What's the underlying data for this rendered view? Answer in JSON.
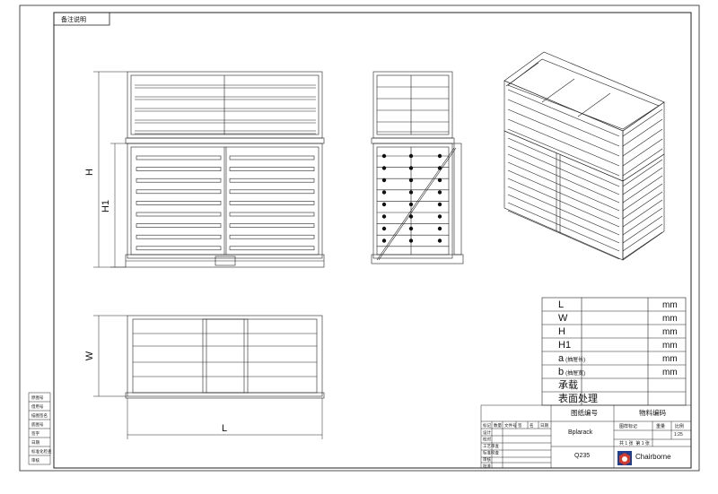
{
  "drawing": {
    "corner_tab": "备注说明",
    "dims": {
      "H": "H",
      "H1": "H1",
      "W": "W",
      "L": "L"
    }
  },
  "spec_table": {
    "rows": [
      {
        "label": "L",
        "unit": "mm"
      },
      {
        "label": "W",
        "unit": "mm"
      },
      {
        "label": "H",
        "unit": "mm"
      },
      {
        "label": "H1",
        "unit": "mm"
      },
      {
        "label": "a",
        "sub": "(抽屉长)",
        "unit": "mm"
      },
      {
        "label": "b",
        "sub": "(抽屉宽)",
        "unit": "mm"
      },
      {
        "label": "承载",
        "unit": ""
      },
      {
        "label": "表面处理",
        "unit": ""
      }
    ]
  },
  "title_block": {
    "drawing_no_label": "图纸编号",
    "material_code_label": "物料编码",
    "drawing_name": "Bplarack",
    "material": "Q235",
    "header_cells": [
      "标记",
      "数量",
      "文件号",
      "签",
      "名",
      "日期"
    ],
    "role_labels": [
      "设计",
      "校对",
      "工艺审查",
      "标准检查",
      "审核",
      "批准"
    ],
    "stage_label": "图样标记",
    "weight_label": "重量",
    "scale_label": "比例",
    "scale_value": "1:25",
    "sheet_text": "共 1 张  第 1 张",
    "company": "Chairborne"
  },
  "left_strip": {
    "labels": [
      "原图号",
      "借用号",
      "描图签名",
      "底图号",
      "签字",
      "日期",
      "标准化检查",
      "审核"
    ]
  }
}
